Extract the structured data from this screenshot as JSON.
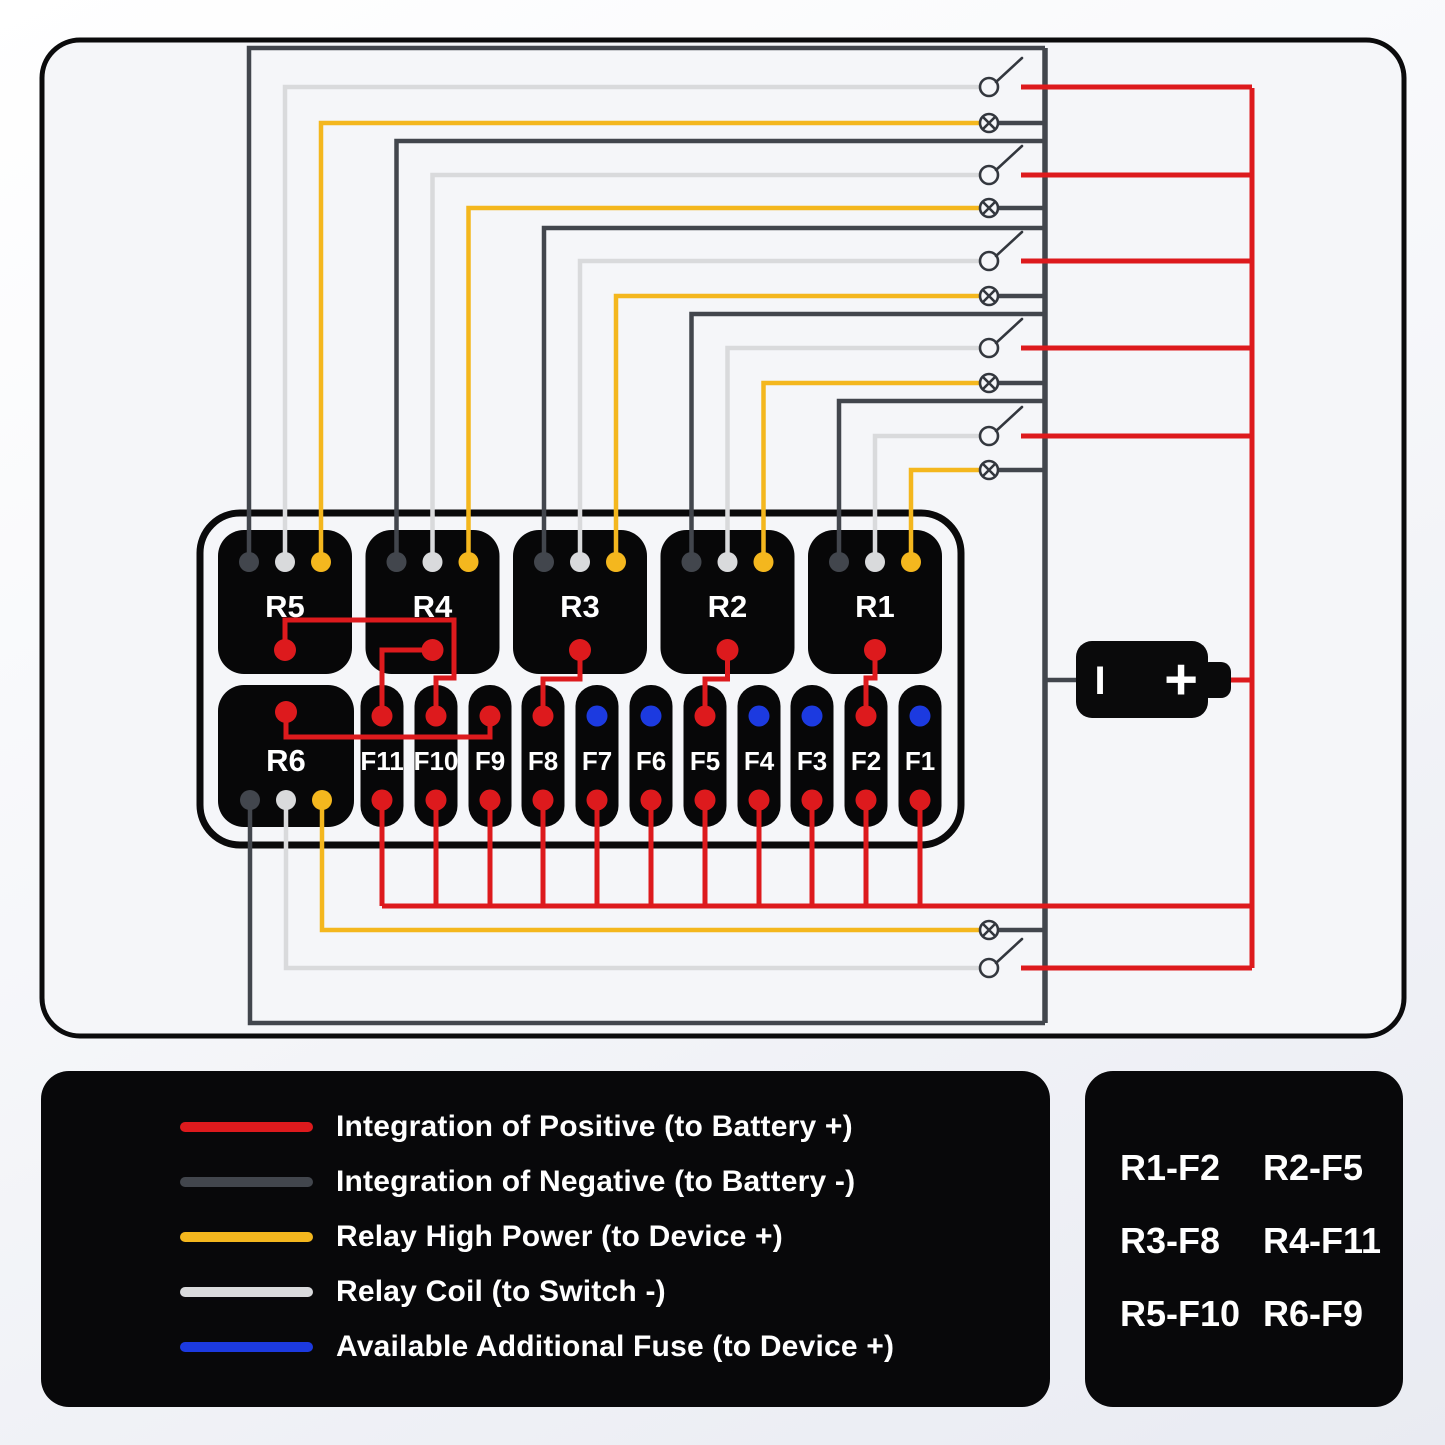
{
  "colors": {
    "positive": "#dd1a1d",
    "negative": "#42464d",
    "power": "#f4b71e",
    "coil": "#d9dadc",
    "fuse": "#1c3ae0"
  },
  "relays": {
    "top": [
      "R5",
      "R4",
      "R3",
      "R2",
      "R1"
    ],
    "bottom": "R6"
  },
  "fuses": [
    "F11",
    "F10",
    "F9",
    "F8",
    "F7",
    "F6",
    "F5",
    "F4",
    "F3",
    "F2",
    "F1"
  ],
  "available_fuses": [
    "F7",
    "F6",
    "F4",
    "F3",
    "F1"
  ],
  "battery": {
    "plus_mark": "+",
    "minus_mark": "I"
  },
  "legend": {
    "items": [
      {
        "label": "Integration of Positive (to Battery +)",
        "color": "positive"
      },
      {
        "label": "Integration of Negative (to Battery -)",
        "color": "negative"
      },
      {
        "label": "Relay High Power (to Device +)",
        "color": "power"
      },
      {
        "label": "Relay Coil (to Switch -)",
        "color": "coil"
      },
      {
        "label": "Available Additional Fuse (to Device +)",
        "color": "fuse"
      }
    ]
  },
  "pairings": [
    [
      "R1-F2",
      "R2-F5"
    ],
    [
      "R3-F8",
      "R4-F11"
    ],
    [
      "R5-F10",
      "R6-F9"
    ]
  ]
}
